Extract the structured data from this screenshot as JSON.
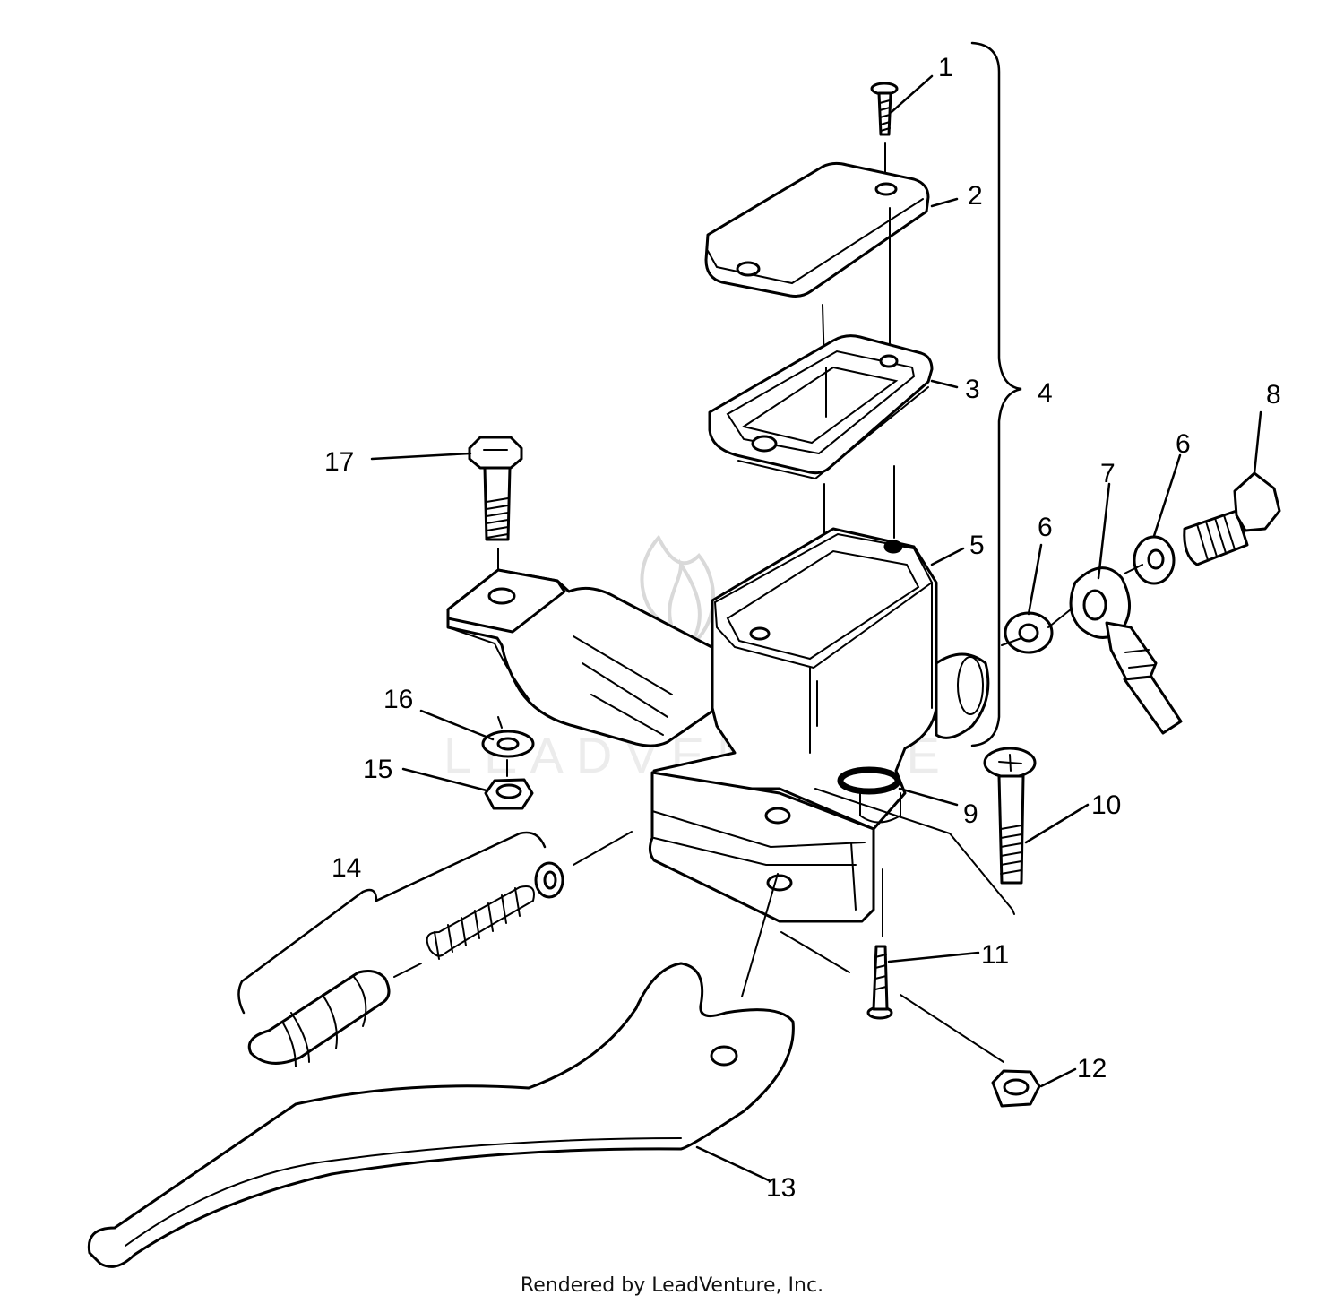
{
  "callouts": [
    {
      "id": "1",
      "label": "1"
    },
    {
      "id": "2",
      "label": "2"
    },
    {
      "id": "3",
      "label": "3"
    },
    {
      "id": "4",
      "label": "4"
    },
    {
      "id": "5",
      "label": "5"
    },
    {
      "id": "6a",
      "label": "6"
    },
    {
      "id": "6b",
      "label": "6"
    },
    {
      "id": "7",
      "label": "7"
    },
    {
      "id": "8",
      "label": "8"
    },
    {
      "id": "9",
      "label": "9"
    },
    {
      "id": "10",
      "label": "10"
    },
    {
      "id": "11",
      "label": "11"
    },
    {
      "id": "12",
      "label": "12"
    },
    {
      "id": "13",
      "label": "13"
    },
    {
      "id": "14",
      "label": "14"
    },
    {
      "id": "15",
      "label": "15"
    },
    {
      "id": "16",
      "label": "16"
    },
    {
      "id": "17",
      "label": "17"
    }
  ],
  "watermark": "LEADVENTURE",
  "footer": "Rendered by LeadVenture, Inc."
}
